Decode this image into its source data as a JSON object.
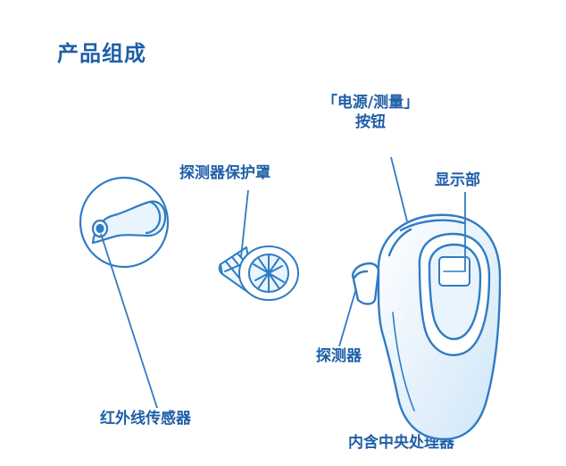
{
  "title": "产品组成",
  "labels": {
    "power_button_line1": "「电源/测量」",
    "power_button_line2": "按钮",
    "display": "显示部",
    "probe_cover": "探测器保护罩",
    "probe": "探测器",
    "ir_sensor": "红外线传感器",
    "cpu": "内含中央处理器"
  },
  "colors": {
    "accent": "#1f5fa8",
    "outline": "#2f7cc4",
    "fill": "#d7ebfa"
  }
}
